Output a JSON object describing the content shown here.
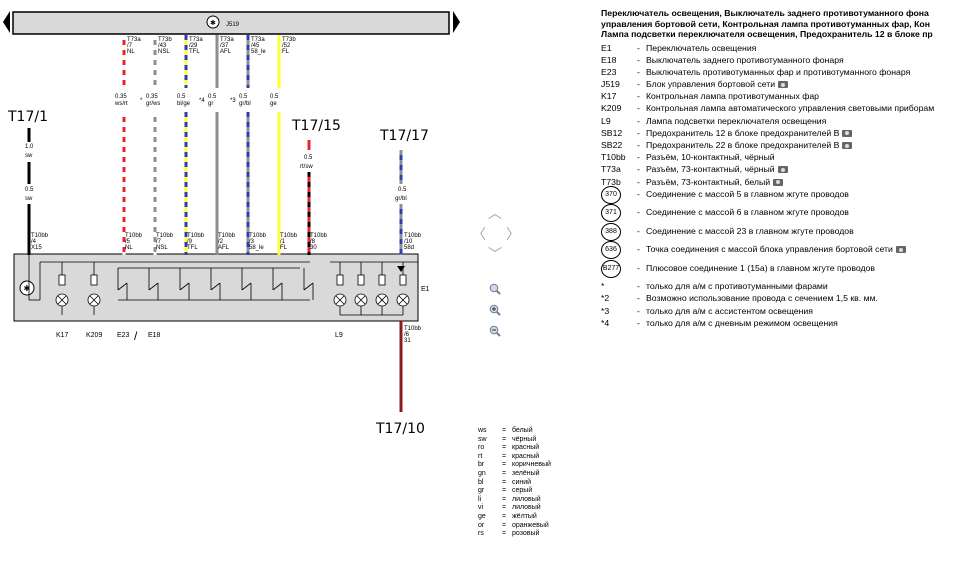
{
  "bus": {
    "label": "J519"
  },
  "terminals": {
    "t17_1": "T17/1",
    "t17_15": "T17/15",
    "t17_17": "T17/17",
    "t17_10": "T17/10"
  },
  "wires": [
    {
      "conn": "T73a",
      "pin": "/7",
      "sig": "NL",
      "gauge": "0.35",
      "color": "ws/rt",
      "bottom_conn": "T10bb",
      "bottom_pin": "/5",
      "bottom_sig": "NL"
    },
    {
      "conn": "T73b",
      "pin": "/43",
      "sig": "NSL",
      "gauge": "0.35",
      "color": "gr/ws",
      "bottom_conn": "T10bb",
      "bottom_pin": "/7",
      "bottom_sig": "NSL"
    },
    {
      "conn": "T73a",
      "pin": "/29",
      "sig": "TFL",
      "gauge": "0.5",
      "color": "bl/ge",
      "note": "*4",
      "bottom_conn": "T10bb",
      "bottom_pin": "/9",
      "bottom_sig": "TFL"
    },
    {
      "conn": "T73a",
      "pin": "/37",
      "sig": "AFL",
      "gauge": "0.5",
      "color": "gr",
      "note": "*3",
      "bottom_conn": "T10bb",
      "bottom_pin": "/2",
      "bottom_sig": "AFL"
    },
    {
      "conn": "T73a",
      "pin": "/45",
      "sig": "58_le",
      "gauge": "0.5",
      "color": "gr/bl",
      "bottom_conn": "T10bb",
      "bottom_pin": "/3",
      "bottom_sig": "58_le"
    },
    {
      "conn": "T73b",
      "pin": "/52",
      "sig": "FL",
      "gauge": "0.5",
      "color": "ge",
      "bottom_conn": "T10bb",
      "bottom_pin": "/1",
      "bottom_sig": "FL"
    }
  ],
  "left_wire": {
    "gauge_top": "1.0",
    "color_top": "sw",
    "gauge_bottom": "0.5",
    "color_bottom": "sw",
    "conn": "T10bb",
    "pin": "/4",
    "sig": "X15"
  },
  "w15": {
    "gauge": "0.5",
    "color": "rt/sw",
    "conn": "T10bb",
    "pin": "/8",
    "sig": "30"
  },
  "w17": {
    "gauge": "0.5",
    "color": "gr/bl",
    "conn": "T10bb",
    "pin": "/10",
    "sig": "58d"
  },
  "w10": {
    "conn": "T10bb",
    "pin": "/6",
    "sig": "31"
  },
  "components": {
    "k17": "K17",
    "k209": "K209",
    "e23": "E23",
    "slash": "/",
    "e18": "E18",
    "l9": "L9",
    "e1": "E1"
  },
  "legend": {
    "title_lines": [
      "Переключатель освещения, Выключатель заднего противотуманного фона",
      "управления бортовой сети, Контрольная лампа противотуманных фар, Кон",
      "Лампа подсветки переключателя освещения, Предохранитель 12 в блоке пр"
    ],
    "items": [
      {
        "code": "E1",
        "desc": "Переключатель освещения",
        "camera": false
      },
      {
        "code": "E18",
        "desc": "Выключатель заднего противотуманного фонаря",
        "camera": false
      },
      {
        "code": "E23",
        "desc": "Выключатель противотуманных фар и противотуманного фонаря",
        "camera": false
      },
      {
        "code": "J519",
        "desc": "Блок управления бортовой сети",
        "camera": true
      },
      {
        "code": "K17",
        "desc": "Контрольная лампа противотуманных фар",
        "camera": false
      },
      {
        "code": "K209",
        "desc": "Контрольная лампа автоматического управления световыми приборам",
        "camera": false
      },
      {
        "code": "L9",
        "desc": "Лампа подсветки переключателя освещения",
        "camera": false
      },
      {
        "code": "SB12",
        "desc": "Предохранитель 12 в блоке предохранителей B",
        "camera": true
      },
      {
        "code": "SB22",
        "desc": "Предохранитель 22 в блоке предохранителей B",
        "camera": true
      },
      {
        "code": "T10bb",
        "desc": "Разъём, 10-контактный, чёрный",
        "camera": false
      },
      {
        "code": "T73a",
        "desc": "Разъём, 73-контактный, чёрный",
        "camera": true
      },
      {
        "code": "T73b",
        "desc": "Разъём, 73-контактный, белый",
        "camera": true
      }
    ],
    "grounds": [
      {
        "num": "370",
        "desc": "Соединение с массой 5 в главном жгуте проводов",
        "camera": false
      },
      {
        "num": "371",
        "desc": "Соединение с массой 6 в главном жгуте проводов",
        "camera": false
      },
      {
        "num": "388",
        "desc": "Соединение с массой 23 в главном жгуте проводов",
        "camera": false
      },
      {
        "num": "636",
        "desc": "Точка соединения с массой блока управления бортовой сети",
        "camera": true
      },
      {
        "num": "B277",
        "desc": "Плюсовое соединение 1 (15a) в главном жгуте проводов",
        "camera": false
      }
    ],
    "notes": [
      {
        "code": "*",
        "desc": "только для а/м с противотуманными фарами"
      },
      {
        "code": "*2",
        "desc": "Возможно использование провода с сечением 1,5 кв. мм."
      },
      {
        "code": "*3",
        "desc": "только для а/м с ассистентом освещения"
      },
      {
        "code": "*4",
        "desc": "только для а/м с дневным режимом освещения"
      }
    ]
  },
  "color_codes": [
    {
      "code": "ws",
      "name": "белый"
    },
    {
      "code": "sw",
      "name": "чёрный"
    },
    {
      "code": "ro",
      "name": "красный"
    },
    {
      "code": "rt",
      "name": "красный"
    },
    {
      "code": "br",
      "name": "коричневый"
    },
    {
      "code": "gn",
      "name": "зелёный"
    },
    {
      "code": "bl",
      "name": "синий"
    },
    {
      "code": "gr",
      "name": "серый"
    },
    {
      "code": "li",
      "name": "лиловый"
    },
    {
      "code": "vi",
      "name": "лиловый"
    },
    {
      "code": "ge",
      "name": "жёлтый"
    },
    {
      "code": "or",
      "name": "оранжевый"
    },
    {
      "code": "rs",
      "name": "розовый"
    }
  ],
  "eq_sign": "=",
  "nav_glyphs": {
    "up": "︿",
    "left": "〈",
    "right": "〉",
    "down": "﹀"
  },
  "wire_colors": {
    "red": "#e8242b",
    "dark_red": "#8b1c1c",
    "grey": "#8f8f8f",
    "yellow": "#ffff33",
    "blue": "#2b3fb0",
    "black": "#000000",
    "white": "#ffffff",
    "panel": "#d9d9d9"
  }
}
